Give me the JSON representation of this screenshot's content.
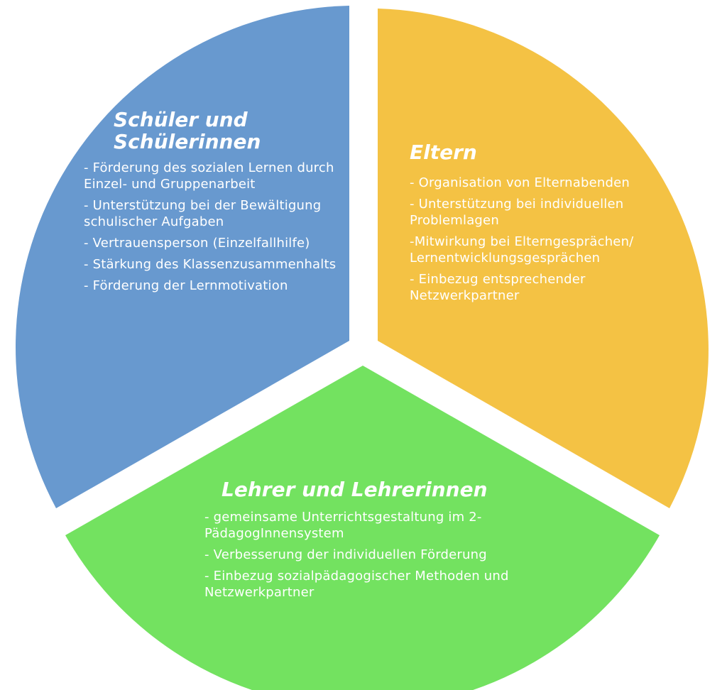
{
  "colors": {
    "students": "#6899cf",
    "parents": "#f4c244",
    "teachers": "#73e260",
    "text": "#ffffff"
  },
  "segments": {
    "students": {
      "title": "Schüler und Schülerinnen",
      "items": [
        "- Förderung des sozialen Lernen durch Einzel- und Gruppenarbeit",
        "- Unterstützung bei der Bewältigung schulischer Aufgaben",
        "- Vertrauensperson (Einzelfallhilfe)",
        "- Stärkung des Klassenzusammenhalts",
        "- Förderung der Lernmotivation"
      ]
    },
    "parents": {
      "title": "Eltern",
      "items": [
        "- Organisation von Elternabenden",
        "- Unterstützung bei individuellen Problemlagen",
        "-Mitwirkung bei Elterngesprächen/ Lernentwicklungsgesprächen",
        "- Einbezug entsprechender Netzwerkpartner"
      ]
    },
    "teachers": {
      "title": "Lehrer und Lehrerinnen",
      "items": [
        "- gemeinsame Unterrichtsgestaltung im 2-PädagogInnensystem",
        "- Verbesserung der individuellen Förderung",
        "- Einbezug sozialpädagogischer Methoden und Netzwerkpartner"
      ]
    }
  }
}
